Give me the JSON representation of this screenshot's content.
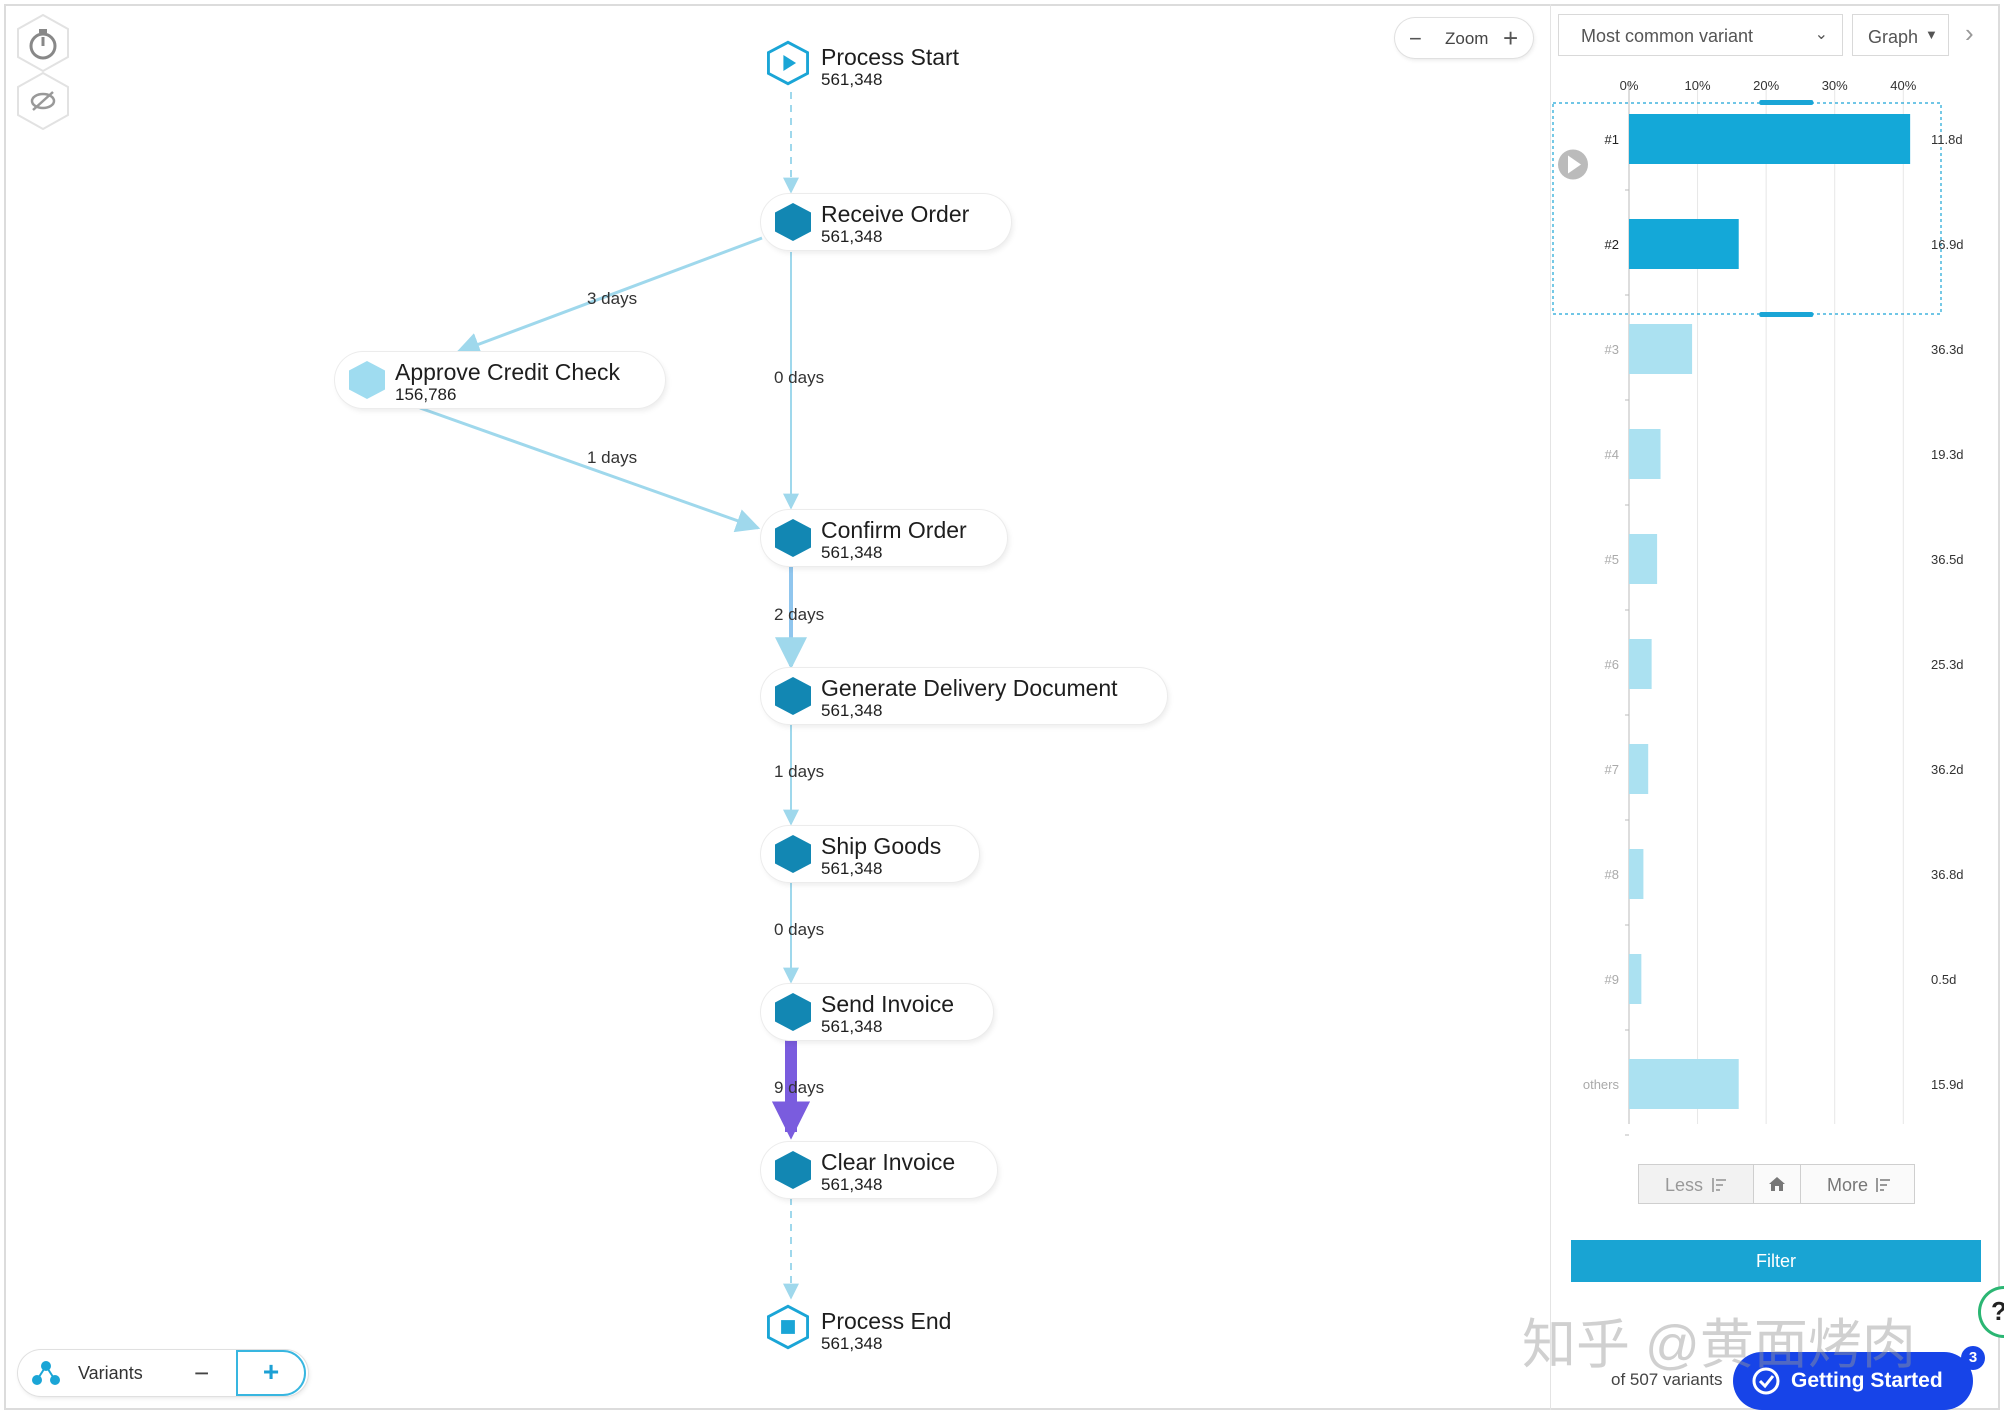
{
  "toolbar": {
    "timer_icon": "stopwatch-icon",
    "hide_icon": "eye-slash-icon"
  },
  "zoom": {
    "label": "Zoom",
    "minus": "−",
    "plus": "+"
  },
  "map": {
    "nodes": [
      {
        "id": "start",
        "title": "Process Start",
        "count": "561,348",
        "kind": "start"
      },
      {
        "id": "receive",
        "title": "Receive Order",
        "count": "561,348",
        "kind": "activity"
      },
      {
        "id": "credit",
        "title": "Approve Credit Check",
        "count": "156,786",
        "kind": "activity-light"
      },
      {
        "id": "confirm",
        "title": "Confirm Order",
        "count": "561,348",
        "kind": "activity"
      },
      {
        "id": "delivery",
        "title": "Generate Delivery Document",
        "count": "561,348",
        "kind": "activity"
      },
      {
        "id": "ship",
        "title": "Ship Goods",
        "count": "561,348",
        "kind": "activity"
      },
      {
        "id": "invoice",
        "title": "Send Invoice",
        "count": "561,348",
        "kind": "activity"
      },
      {
        "id": "clear",
        "title": "Clear Invoice",
        "count": "561,348",
        "kind": "activity"
      },
      {
        "id": "end",
        "title": "Process End",
        "count": "561,348",
        "kind": "end"
      }
    ],
    "edges": [
      {
        "from": "receive",
        "to": "credit",
        "label": "3 days"
      },
      {
        "from": "receive",
        "to": "confirm",
        "label": "0 days"
      },
      {
        "from": "credit",
        "to": "confirm",
        "label": "1 days"
      },
      {
        "from": "confirm",
        "to": "delivery",
        "label": "2 days"
      },
      {
        "from": "delivery",
        "to": "ship",
        "label": "1 days"
      },
      {
        "from": "ship",
        "to": "invoice",
        "label": "0 days"
      },
      {
        "from": "invoice",
        "to": "clear",
        "label": "9 days"
      }
    ],
    "colors": {
      "activity": "#1287b3",
      "activity_light": "#9fdcf0",
      "edge": "#9fd8ec",
      "edge_strong": "#7a5cde",
      "start_end": "#1aa5d6"
    }
  },
  "variants_control": {
    "label": "Variants",
    "minus": "−",
    "plus": "+"
  },
  "panel": {
    "select_value": "Most common variant",
    "graph_button": "Graph",
    "collapse_icon": "chevron-right-icon",
    "less_label": "Less",
    "more_label": "More",
    "home_icon": "home-icon",
    "filter_label": "Filter",
    "variant_count_text": "of 507 variants",
    "getting_started_label": "Getting Started",
    "getting_started_badge": "3",
    "help_label": "?"
  },
  "chart_data": {
    "type": "bar",
    "orientation": "horizontal",
    "x_axis_ticks": [
      "0%",
      "10%",
      "20%",
      "30%",
      "40%"
    ],
    "xlim": [
      0,
      42
    ],
    "categories": [
      "#1",
      "#2",
      "#3",
      "#4",
      "#5",
      "#6",
      "#7",
      "#8",
      "#9",
      "others"
    ],
    "values": [
      41.0,
      16.0,
      9.2,
      4.6,
      4.1,
      3.3,
      2.8,
      2.1,
      1.8,
      16.0
    ],
    "durations": [
      "11.8d",
      "16.9d",
      "36.3d",
      "19.3d",
      "36.5d",
      "25.3d",
      "36.2d",
      "36.8d",
      "0.5d",
      "15.9d"
    ],
    "selected": [
      "#1",
      "#2"
    ],
    "colors": {
      "selected": "#14a8d8",
      "unselected": "#abe1f1"
    },
    "grid": true
  },
  "watermark": "知乎 @黄面烤肉"
}
